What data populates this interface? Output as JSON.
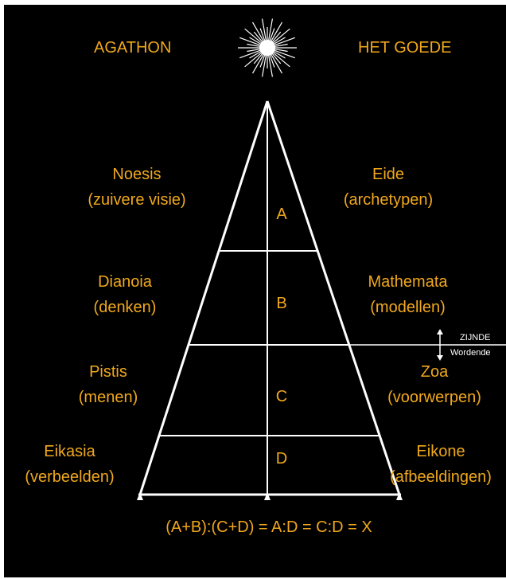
{
  "colors": {
    "background": "#000000",
    "label": "#f0a81c",
    "line": "#ffffff"
  },
  "header": {
    "left": "AGATHON",
    "right": "HET GOEDE",
    "sun_icon": "sun-icon"
  },
  "levels": [
    {
      "left_title": "Noesis",
      "left_sub": "(zuivere visie)",
      "letter": "A",
      "right_title": "Eide",
      "right_sub": "(archetypen)"
    },
    {
      "left_title": "Dianoia",
      "left_sub": "(denken)",
      "letter": "B",
      "right_title": "Mathemata",
      "right_sub": "(modellen)"
    },
    {
      "left_title": "Pistis",
      "left_sub": "(menen)",
      "letter": "C",
      "right_title": "Zoa",
      "right_sub": "(voorwerpen)"
    },
    {
      "left_title": "Eikasia",
      "left_sub": "(verbeelden)",
      "letter": "D",
      "right_title": "Eikone",
      "right_sub": "(afbeeldingen)"
    }
  ],
  "divider": {
    "upper": "ZIJNDE",
    "lower": "Wordende"
  },
  "formula": "(A+B):(C+D) = A:D = C:D = X"
}
